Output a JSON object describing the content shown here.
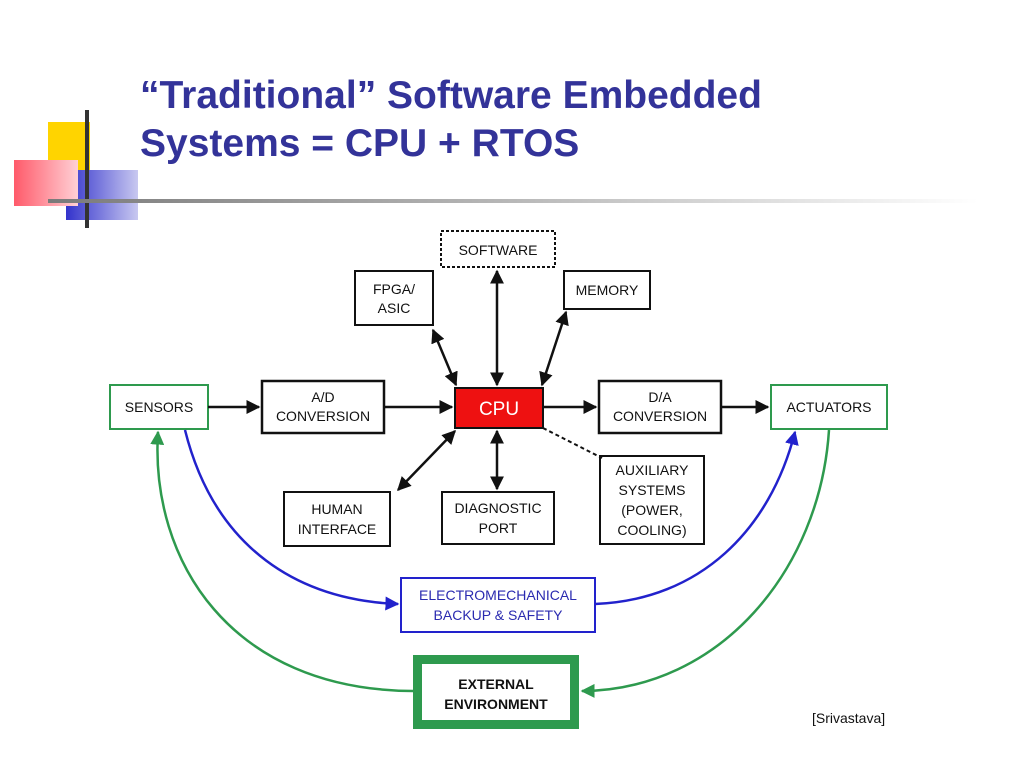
{
  "title": {
    "line1": "“Traditional” Software Embedded",
    "line2": "Systems = CPU + RTOS"
  },
  "diagram": {
    "nodes": {
      "software": [
        "SOFTWARE"
      ],
      "fpga": [
        "FPGA/",
        "ASIC"
      ],
      "memory": [
        "MEMORY"
      ],
      "sensors": [
        "SENSORS"
      ],
      "ad": [
        "A/D",
        "CONVERSION"
      ],
      "cpu": [
        "CPU"
      ],
      "da": [
        "D/A",
        "CONVERSION"
      ],
      "actuators": [
        "ACTUATORS"
      ],
      "human": [
        "HUMAN",
        "INTERFACE"
      ],
      "diagnostic": [
        "DIAGNOSTIC",
        "PORT"
      ],
      "auxiliary": [
        "AUXILIARY",
        "SYSTEMS",
        "(POWER,",
        "COOLING)"
      ],
      "electromech": [
        "ELECTROMECHANICAL",
        "BACKUP & SAFETY"
      ],
      "external": [
        "EXTERNAL",
        "ENVIRONMENT"
      ]
    },
    "colors": {
      "cpu_fill": "#ee1111",
      "green": "#2e9a4e",
      "blue": "#2222cc",
      "black": "#111111"
    }
  },
  "citation": "[Srivastava]"
}
